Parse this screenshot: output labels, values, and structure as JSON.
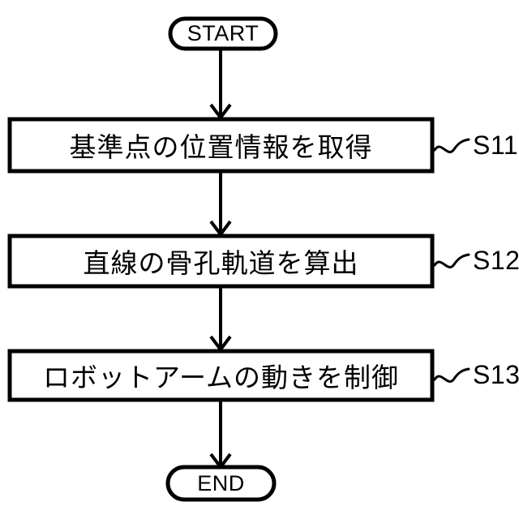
{
  "diagram": {
    "type": "flowchart",
    "orientation": "vertical",
    "colors": {
      "stroke": "#000000",
      "fill": "#ffffff",
      "text": "#000000"
    },
    "nodes": [
      {
        "id": "start",
        "shape": "terminator",
        "label": "START"
      },
      {
        "id": "s11",
        "shape": "process",
        "label": "基準点の位置情報を取得",
        "step": "S11"
      },
      {
        "id": "s12",
        "shape": "process",
        "label": "直線の骨孔軌道を算出",
        "step": "S12"
      },
      {
        "id": "s13",
        "shape": "process",
        "label": "ロボットアームの動きを制御",
        "step": "S13"
      },
      {
        "id": "end",
        "shape": "terminator",
        "label": "END"
      }
    ],
    "edges": [
      {
        "from": "start",
        "to": "s11",
        "arrow": "open-v"
      },
      {
        "from": "s11",
        "to": "s12",
        "arrow": "open-v"
      },
      {
        "from": "s12",
        "to": "s13",
        "arrow": "open-v"
      },
      {
        "from": "s13",
        "to": "end",
        "arrow": "open-v"
      }
    ]
  }
}
